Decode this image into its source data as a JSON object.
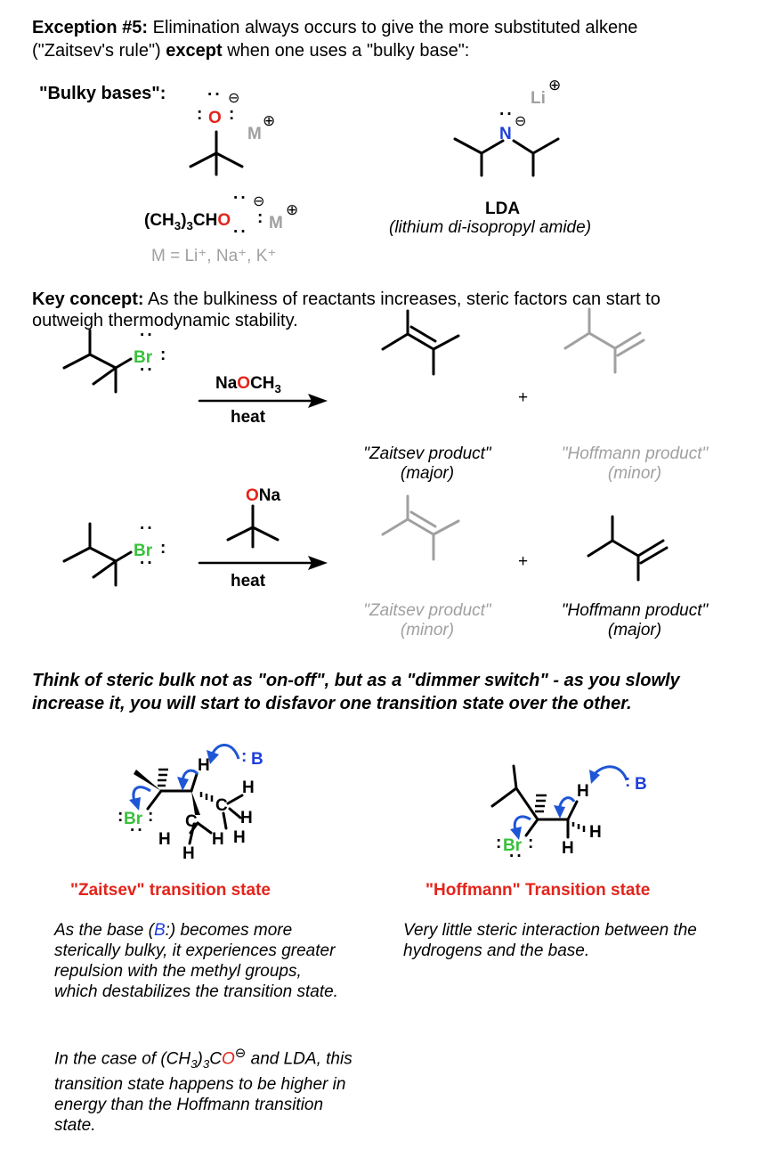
{
  "header": {
    "label": "Exception #5:",
    "text_a": " Elimination always occurs to give the more substituted alkene",
    "text_b": "(\"Zaitsev's rule\") ",
    "except": "except",
    "text_c": " when one uses a \"bulky base\":"
  },
  "bulky": {
    "title": "\"Bulky bases\":",
    "alkoxide_o": "O",
    "metal": "M",
    "formula_left": "(CH",
    "formula_sub3": "3",
    "formula_paren": ")",
    "formula_sub3b": "3",
    "formula_ch": "CH",
    "formula_o": "O",
    "metal2": "M",
    "metal_list": "M = Li⁺, Na⁺, K⁺",
    "lda_li": "Li",
    "lda_n": "N",
    "lda_name": "LDA",
    "lda_full": "(lithium di-isopropyl amide)"
  },
  "key": {
    "label": "Key concept:",
    "line1": " As the bulkiness of reactants increases, steric factors can start to",
    "line2": "outweigh thermodynamic stability."
  },
  "reaction1": {
    "br": "Br",
    "reagent_na": "Na",
    "reagent_o": "O",
    "reagent_ch": "CH",
    "reagent_sub": "3",
    "condition": "heat",
    "plus": "+",
    "zaitsev": "\"Zaitsev product\"",
    "zaitsev_tag": "(major)",
    "hoffmann": "\"Hoffmann product\"",
    "hoffmann_tag": "(minor)"
  },
  "reaction2": {
    "br": "Br",
    "reagent_o": "O",
    "reagent_na": "Na",
    "condition": "heat",
    "plus": "+",
    "zaitsev": "\"Zaitsev product\"",
    "zaitsev_tag": "(minor)",
    "hoffmann": "\"Hoffmann product\"",
    "hoffmann_tag": "(major)"
  },
  "think": {
    "line1": "Think of steric bulk not as \"on-off\", but as a \"dimmer switch\" - as you slowly",
    "line2": "increase it, you will start to disfavor one transition state over the other."
  },
  "ts": {
    "atom_h": "H",
    "atom_b": "B",
    "atom_c": "C",
    "atom_br": "Br",
    "zaitsev_title": "\"Zaitsev\" transition state",
    "hoffmann_title": "\"Hoffmann\" Transition state"
  },
  "notes": {
    "z1_a": "As the base (",
    "z1_b": "B",
    "z1_c": ":) becomes more sterically bulky, it experiences greater repulsion with the methyl groups, which destabilizes the transition state.",
    "z2_a": "In the case of (CH",
    "z2_sub1": "3",
    "z2_b": ")",
    "z2_sub2": "3",
    "z2_c": "C",
    "z2_o": "O",
    "z2_d": " and LDA, this transition state happens to be higher in energy than the Hoffmann transition state.",
    "h1": "Very little steric interaction between the hydrogens and the base."
  },
  "colors": {
    "red": "#e3241b",
    "blue": "#1f3fdb",
    "green": "#38c13b",
    "grey": "#a0a0a0"
  }
}
